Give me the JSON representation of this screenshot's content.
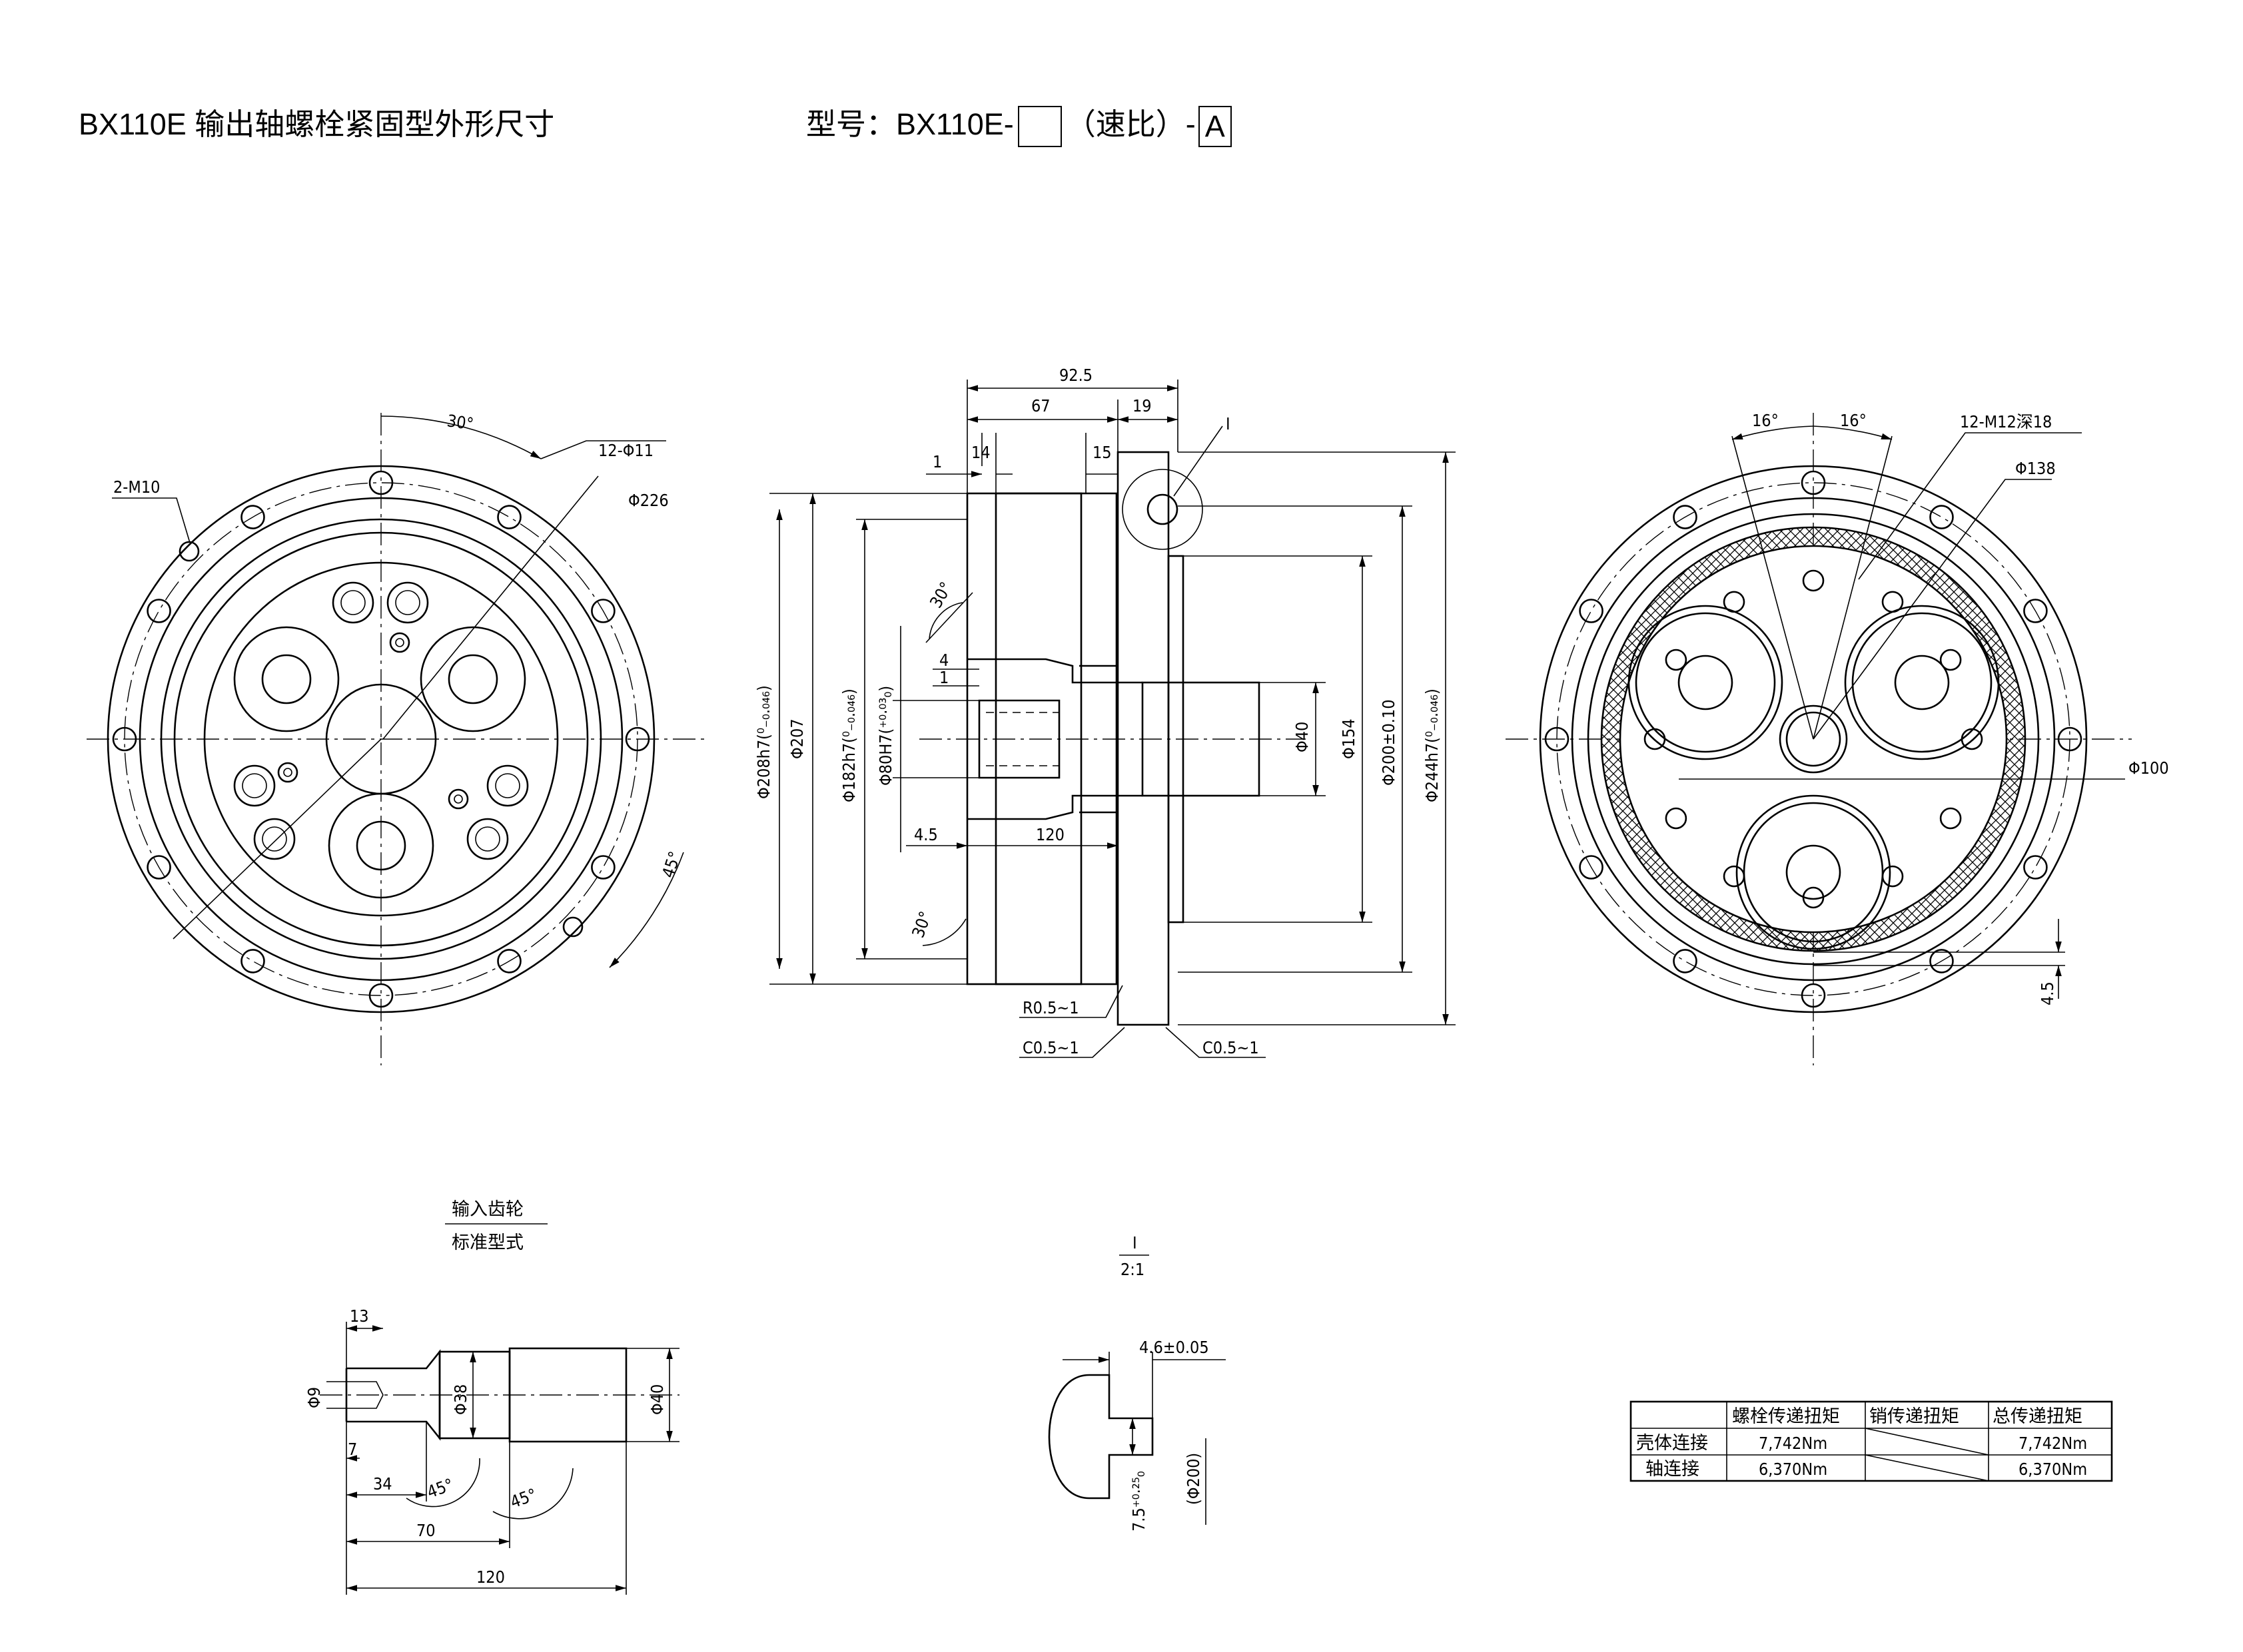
{
  "header": {
    "title": "BX110E 输出轴螺栓紧固型外形尺寸",
    "model_prefix": "型号：BX110E-",
    "model_ratio": "（速比）-",
    "model_suffix": "A"
  },
  "front_view": {
    "bolt_holes": "12-Φ11",
    "pcd": "Φ226",
    "tapped": "2-M10",
    "angle_top": "30°",
    "angle_bottom": "45°"
  },
  "side_view": {
    "len_total": "92.5",
    "len_body": "67",
    "len_flange": "19",
    "len_1": "1",
    "len_14": "14",
    "len_15": "15",
    "detail_mark": "I",
    "dia_208": "Φ208h7(⁰₋₀.₀₄₆)",
    "dia_207": "Φ207",
    "dia_182": "Φ182h7(⁰₋₀.₀₄₆)",
    "dia_80": "Φ80H7(⁺⁰·⁰³₀)",
    "dia_40": "Φ40",
    "dia_154": "Φ154",
    "dia_200": "Φ200±0.10",
    "dia_244": "Φ244h7(⁰₋₀.₀₄₆)",
    "angle_30_top": "30°",
    "angle_30_bottom": "30°",
    "step_4": "4",
    "step_1": "1",
    "len_4_5": "4.5",
    "len_120": "120",
    "fillet": "R0.5~1",
    "chamfer_left": "C0.5~1",
    "chamfer_right": "C0.5~1"
  },
  "rear_view": {
    "angle_a": "16°",
    "angle_b": "16°",
    "tapped": "12-M12深18",
    "pcd": "Φ138",
    "dia_100": "Φ100",
    "offset": "4.5"
  },
  "input_gear": {
    "title": "输入齿轮",
    "subtitle": "标准型式",
    "len_13": "13",
    "dia_9": "Φ9",
    "dia_38": "Φ38",
    "dia_40": "Φ40",
    "len_7": "7",
    "len_34": "34",
    "angle_a": "45°",
    "angle_b": "45°",
    "len_70": "70",
    "len_120": "120"
  },
  "detail_I": {
    "mark": "I",
    "scale": "2:1",
    "width": "4.6±0.05",
    "depth": "7.5⁺⁰·²⁵₀",
    "ref_dia": "(Φ200)"
  },
  "torque_table": {
    "headers": [
      "",
      "螺栓传递扭矩",
      "销传递扭矩",
      "总传递扭矩"
    ],
    "rows": [
      [
        "壳体连接",
        "7,742Nm",
        "",
        "7,742Nm"
      ],
      [
        "轴连接",
        "6,370Nm",
        "",
        "6,370Nm"
      ]
    ]
  }
}
